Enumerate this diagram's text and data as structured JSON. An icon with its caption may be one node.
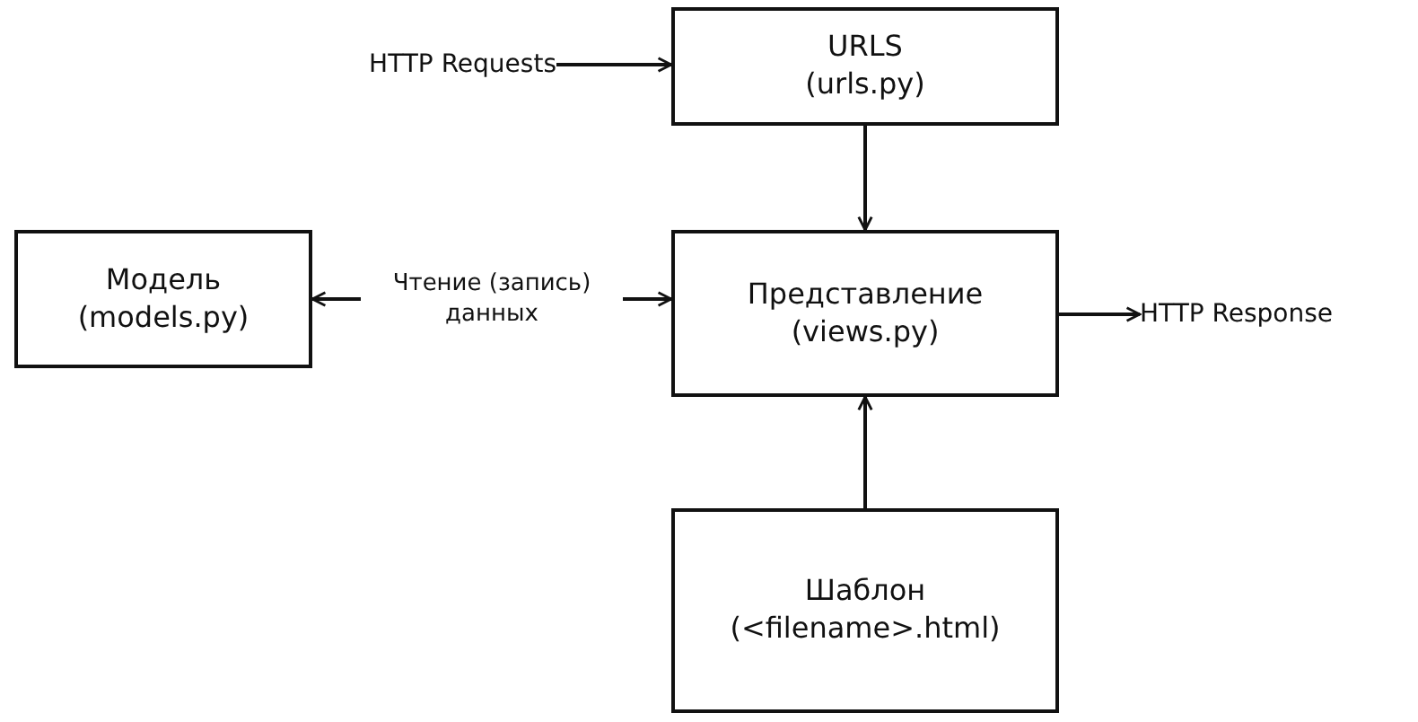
{
  "diagram": {
    "nodes": [
      {
        "text": [
          "HTTP Requests"
        ]
      },
      {
        "text": [
          "URLS",
          "(urls.py)"
        ]
      },
      {
        "text": [
          "Модель",
          "(models.py)"
        ]
      },
      {
        "text": [
          "Представление",
          "(views.py)"
        ]
      },
      {
        "text": [
          "HTTP Response"
        ]
      },
      {
        "text": [
          "Шаблон",
          "(<filename>.html)"
        ]
      }
    ],
    "edges": [
      {
        "from": 0,
        "to": 1,
        "arrow": "to"
      },
      {
        "from": 1,
        "to": 3,
        "arrow": "to"
      },
      {
        "from": 2,
        "to": 3,
        "arrow": "both",
        "label": "Чтение (запись) данных"
      },
      {
        "from": 3,
        "to": 4,
        "arrow": "to"
      },
      {
        "from": 5,
        "to": 3,
        "arrow": "to"
      }
    ]
  }
}
